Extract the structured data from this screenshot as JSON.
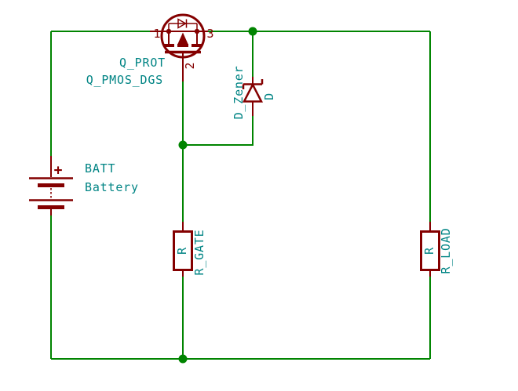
{
  "colors": {
    "background": "#ffffff",
    "wire": "#008400",
    "symbol": "#840000",
    "field": "#008484",
    "pin_number": "#840000"
  },
  "components": {
    "mosfet": {
      "ref": "Q_PROT",
      "value": "Q_PMOS_DGS",
      "symbol": "pmos-transistor-circle",
      "pins": {
        "p1": "1",
        "p2": "2",
        "p3": "3"
      }
    },
    "zener": {
      "ref": "D_Zener",
      "value": "D",
      "symbol": "zener-diode"
    },
    "battery": {
      "ref": "BATT",
      "value": "Battery",
      "plus": "+",
      "symbol": "multi-cell-battery"
    },
    "r_gate": {
      "ref": "R",
      "value": "R_GATE",
      "symbol": "resistor-box"
    },
    "r_load": {
      "ref": "R",
      "value": "R_LOAD",
      "symbol": "resistor-box"
    }
  }
}
